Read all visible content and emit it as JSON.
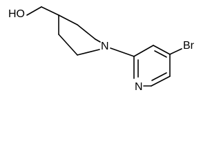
{
  "diagram": {
    "type": "skeletal-structure",
    "atom_labels": {
      "hydroxyl": "HO",
      "piperidine_nitrogen": "N",
      "pyridine_nitrogen": "N",
      "bromine": "Br"
    }
  }
}
